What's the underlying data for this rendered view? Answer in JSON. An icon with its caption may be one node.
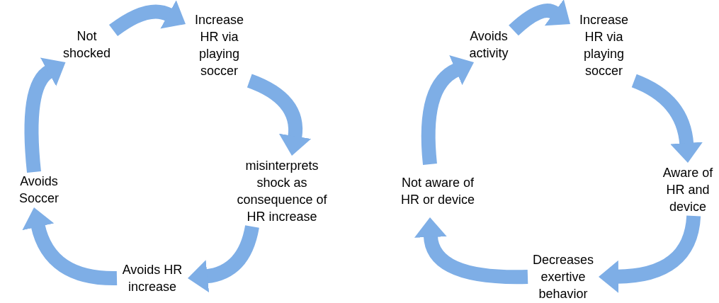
{
  "diagram": {
    "nodes": [
      {
        "text": [
          "Increase HR via playing soccer"
        ]
      },
      {
        "text": [
          "misinterprets shock as consequence of HR increase"
        ]
      },
      {
        "text": [
          "Avoids HR increase"
        ]
      },
      {
        "text": [
          "Avoids Soccer"
        ]
      },
      {
        "text": [
          "Not shocked"
        ]
      },
      {
        "text": [
          "Increase HR via playing soccer"
        ]
      },
      {
        "text": [
          "Aware of HR and device"
        ]
      },
      {
        "text": [
          "Decreases exertive behavior"
        ]
      },
      {
        "text": [
          "Not aware of HR or device"
        ]
      },
      {
        "text": [
          "Avoids activity"
        ]
      }
    ],
    "edges": [
      {
        "from": 4,
        "to": 0,
        "arrow": "to"
      },
      {
        "from": 0,
        "to": 1,
        "arrow": "to"
      },
      {
        "from": 1,
        "to": 2,
        "arrow": "to"
      },
      {
        "from": 2,
        "to": 3,
        "arrow": "to"
      },
      {
        "from": 3,
        "to": 4,
        "arrow": "to"
      },
      {
        "from": 9,
        "to": 5,
        "arrow": "to"
      },
      {
        "from": 5,
        "to": 6,
        "arrow": "to"
      },
      {
        "from": 6,
        "to": 7,
        "arrow": "to"
      },
      {
        "from": 7,
        "to": 8,
        "arrow": "to"
      },
      {
        "from": 8,
        "to": 9,
        "arrow": "to"
      }
    ]
  }
}
